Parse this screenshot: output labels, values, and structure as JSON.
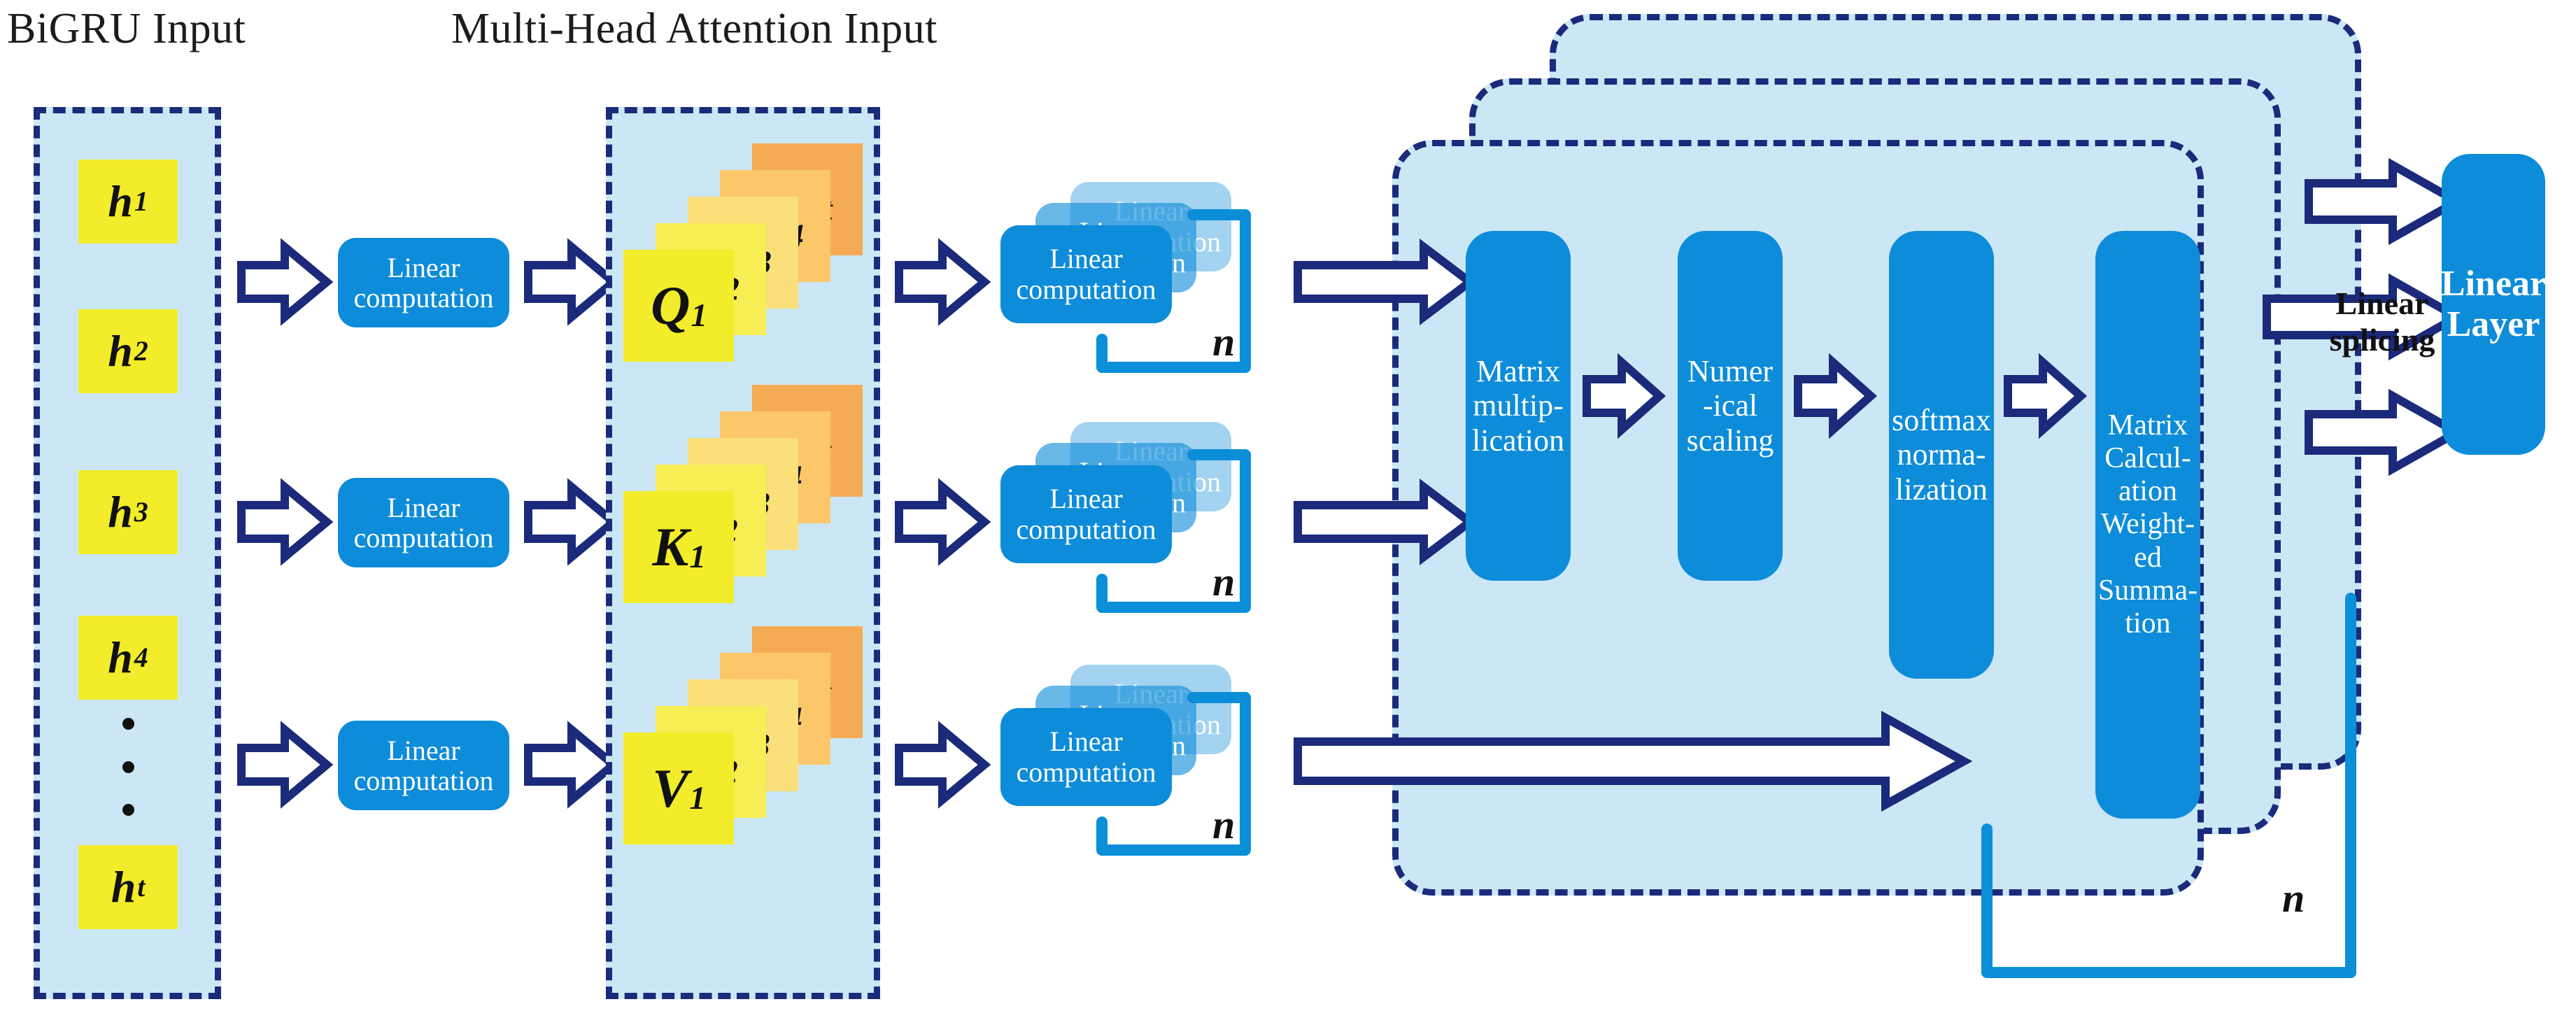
{
  "titles": {
    "bigru": "BiGRU Input",
    "mha": "Multi-Head Attention Input"
  },
  "bigru_column": {
    "cells": [
      {
        "base": "h",
        "sub": "1"
      },
      {
        "base": "h",
        "sub": "2"
      },
      {
        "base": "h",
        "sub": "3"
      },
      {
        "base": "h",
        "sub": "4"
      },
      {
        "base": "h",
        "sub": "t"
      }
    ],
    "ellipsis": "vertical-dots"
  },
  "linear_computation": {
    "label_line1": "Linear",
    "label_line2": "computation",
    "rows": [
      "query-row",
      "key-row",
      "value-row"
    ]
  },
  "qkv_stacks": [
    {
      "name": "Q",
      "cards": [
        {
          "base": "Q",
          "sub": "1"
        },
        {
          "base": "Q",
          "sub": "2"
        },
        {
          "base": "Q",
          "sub": "3"
        },
        {
          "base": "Q",
          "sub": "4"
        },
        {
          "base": "Q",
          "sub": "t"
        }
      ]
    },
    {
      "name": "K",
      "cards": [
        {
          "base": "K",
          "sub": "1"
        },
        {
          "base": "K",
          "sub": "2"
        },
        {
          "base": "K",
          "sub": "3"
        },
        {
          "base": "K",
          "sub": "4"
        },
        {
          "base": "K",
          "sub": "t"
        }
      ]
    },
    {
      "name": "V",
      "cards": [
        {
          "base": "V",
          "sub": "1"
        },
        {
          "base": "V",
          "sub": "2"
        },
        {
          "base": "V",
          "sub": "3"
        },
        {
          "base": "V",
          "sub": "4"
        },
        {
          "base": "V",
          "sub": "t"
        }
      ]
    }
  ],
  "head_stacks": {
    "label_line1": "Linear",
    "label_line2": "computation",
    "repeat_label": "n",
    "count": 3
  },
  "attention_core": {
    "panels": 3,
    "steps": [
      {
        "name": "matrix-multiplication",
        "lines": [
          "Matrix",
          "multip-",
          "lication"
        ]
      },
      {
        "name": "numerical-scaling",
        "lines": [
          "Numer",
          "-ical",
          "scaling"
        ]
      },
      {
        "name": "softmax-normalization",
        "lines": [
          "softmax",
          "norma-",
          "lization"
        ]
      },
      {
        "name": "weighted-summation",
        "lines": [
          "Matrix",
          "Calcul-",
          "ation",
          "Weight-",
          "ed",
          "Summa-",
          "tion"
        ]
      }
    ],
    "repeat_label": "n"
  },
  "output": {
    "splice_line1": "Linear",
    "splice_line2": "splicing",
    "layer_line1": "Linear",
    "layer_line2": "Layer"
  },
  "colors": {
    "navy": "#1b2a7a",
    "light_blue": "#cbe7f5",
    "blue": "#0d8cd9",
    "loop_blue": "#0a8fd8",
    "yellow": "#f2ec2a",
    "card_1": "#f2ec2a",
    "card_2": "#f7ee55",
    "card_3": "#fbdf7a",
    "card_4": "#fbc76a",
    "card_5": "#f5ab54"
  }
}
